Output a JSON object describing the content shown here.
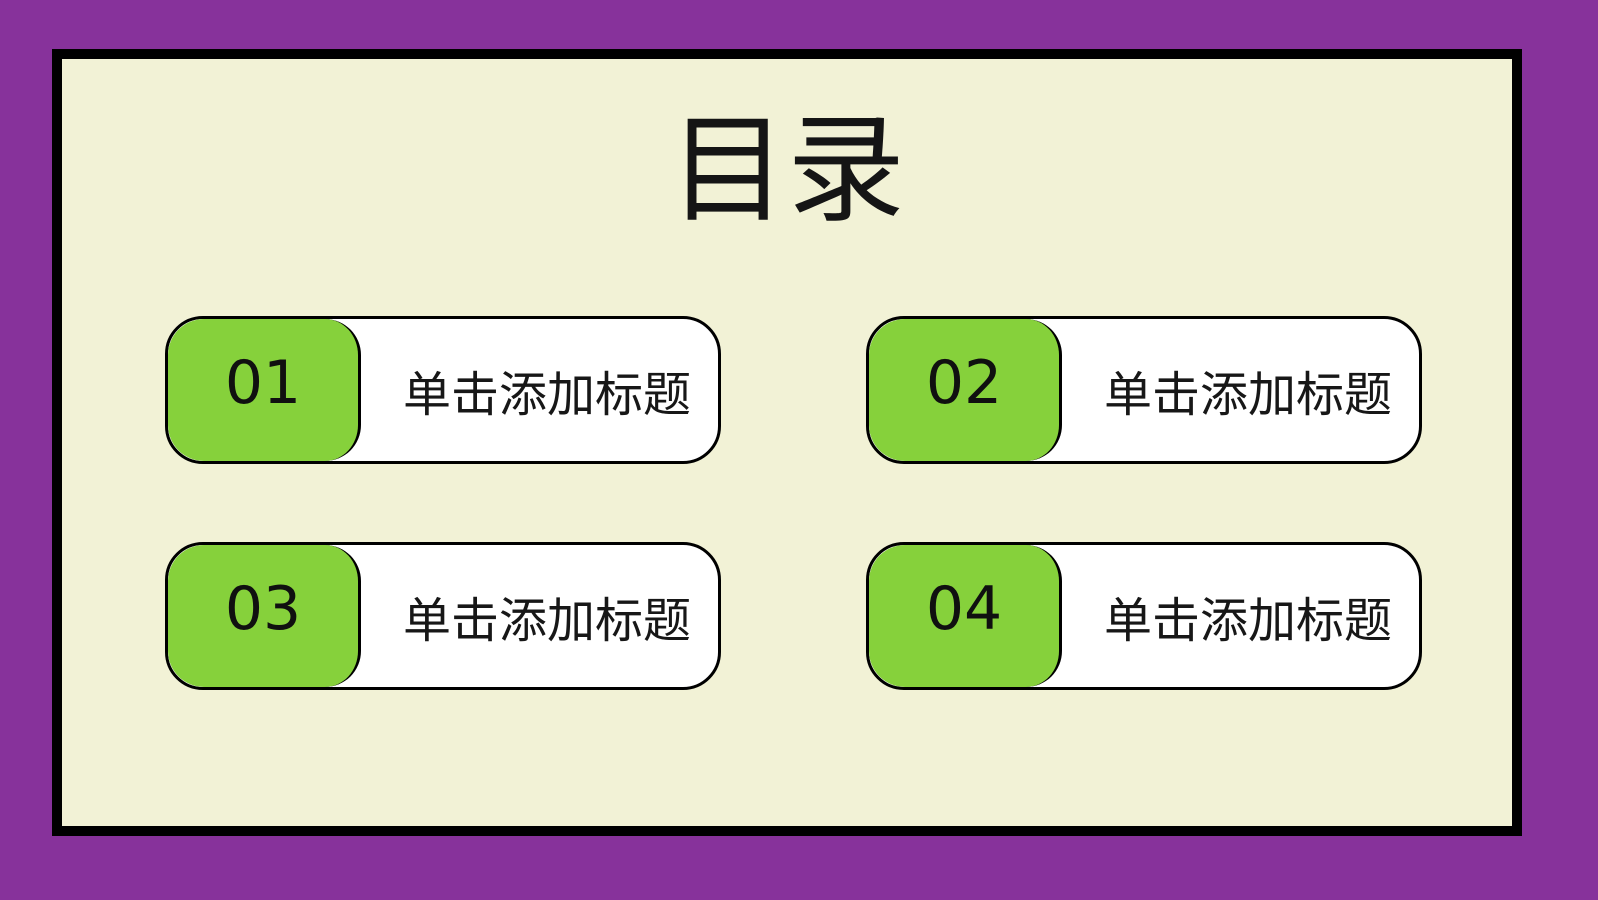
{
  "slide": {
    "title": "目录",
    "items": [
      {
        "number": "01",
        "label": "单击添加标题"
      },
      {
        "number": "02",
        "label": "单击添加标题"
      },
      {
        "number": "03",
        "label": "单击添加标题"
      },
      {
        "number": "04",
        "label": "单击添加标题"
      }
    ],
    "colors": {
      "outer_background": "#87329b",
      "panel_background": "#f2f2d6",
      "accent_green": "#86d13b",
      "border": "#000000"
    }
  }
}
